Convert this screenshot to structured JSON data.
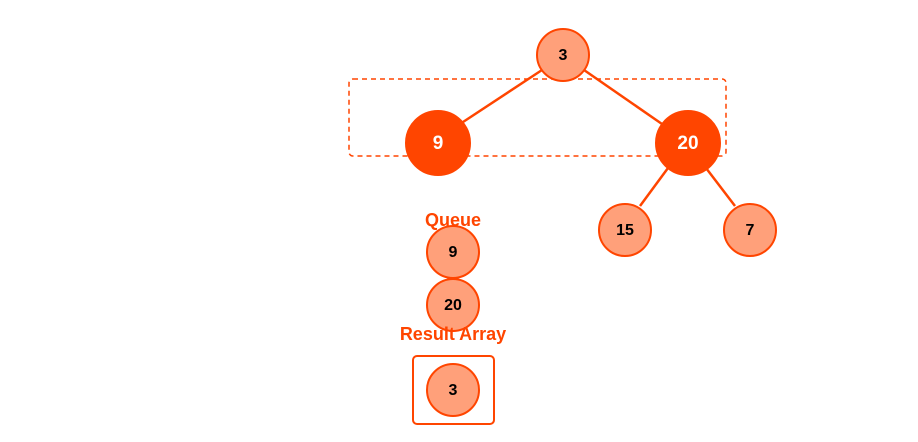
{
  "colors": {
    "accent": "#FF4500",
    "node_fill": "#FFA07A",
    "node_text": "#000000",
    "active_text": "#FFFFFF"
  },
  "tree": {
    "root": "3",
    "left": "9",
    "right": "20",
    "right_left": "15",
    "right_right": "7"
  },
  "queue": {
    "label": "Queue",
    "items": [
      "9",
      "20"
    ]
  },
  "result": {
    "label": "Result Array",
    "items": [
      "3"
    ]
  }
}
